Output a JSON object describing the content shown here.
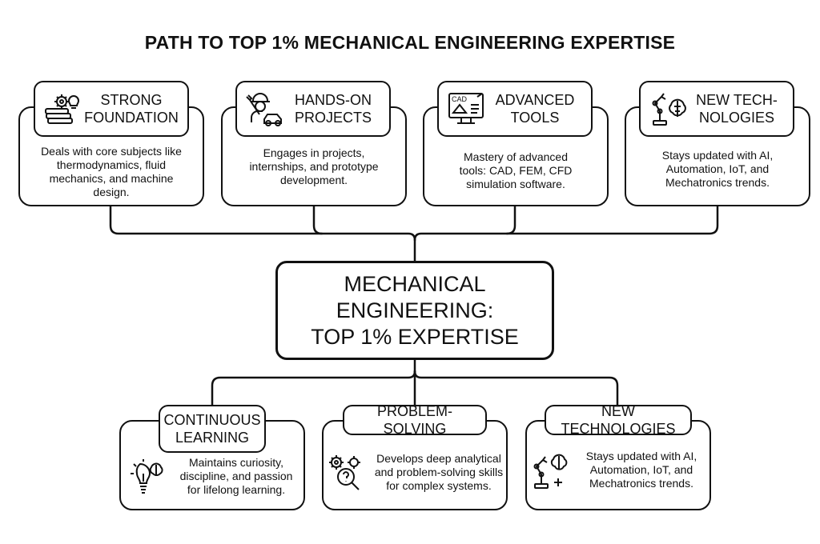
{
  "title": "PATH TO TOP 1% MECHANICAL ENGINEERING EXPERTISE",
  "center": {
    "line1": "MECHANICAL ENGINEERING:",
    "line2": "TOP 1% EXPERTISE"
  },
  "top_cards": [
    {
      "title_line1": "STRONG",
      "title_line2": "FOUNDATION",
      "icon": "books-gears-icon",
      "desc_lines": [
        "Deals with core subjects like",
        "thermodynamics, fluid",
        "mechanics, and machine",
        "design."
      ]
    },
    {
      "title_line1": "HANDS-ON",
      "title_line2": "PROJECTS",
      "icon": "engineer-car-icon",
      "desc_lines": [
        "Engages in projects,",
        "internships, and prototype",
        "development."
      ]
    },
    {
      "title_line1": "ADVANCED",
      "title_line2": "TOOLS",
      "icon": "cad-monitor-icon",
      "icon_text": "CAD",
      "desc_lines": [
        "Mastery of advanced",
        "tools: CAD, FEM, CFD",
        "simulation software."
      ]
    },
    {
      "title_line1": "NEW TECH-",
      "title_line2": "NOLOGIES",
      "icon": "robot-arm-brain-icon",
      "desc_lines": [
        "Stays updated with AI,",
        "Automation, IoT, and",
        "Mechatronics trends."
      ]
    }
  ],
  "bottom_cards": [
    {
      "title_line1": "CONTINUOUS",
      "title_line2": "LEARNING",
      "icon": "lightbulb-brain-icon",
      "desc_lines": [
        "Maintains curiosity,",
        "discipline, and passion",
        "for lifelong learning."
      ]
    },
    {
      "title_line1": "PROBLEM-SOLVING",
      "title_line2": "",
      "icon": "gears-magnifier-icon",
      "desc_lines": [
        "Develops deep analytical",
        "and problem-solving skills",
        "for complex systems."
      ]
    },
    {
      "title_line1": "NEW TECHNOLOGIES",
      "title_line2": "",
      "icon": "robot-arm-brain-icon",
      "desc_lines": [
        "Stays updated with AI,",
        "Automation, IoT, and",
        "Mechatronics trends."
      ]
    }
  ]
}
